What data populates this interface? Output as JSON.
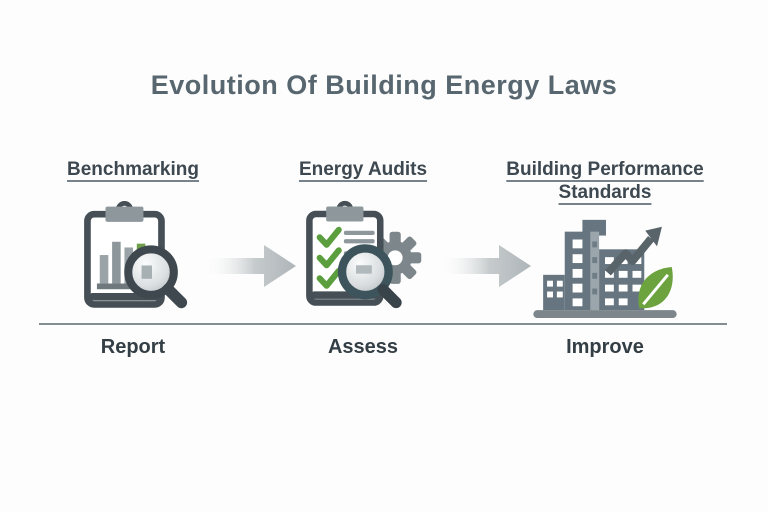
{
  "title": "Evolution Of Building Energy Laws",
  "stages": [
    {
      "header": "Benchmarking",
      "icon": "clipboard-bar-chart-magnifier-icon",
      "action": "Report"
    },
    {
      "header": "Energy Audits",
      "icon": "clipboard-checklist-gear-magnifier-icon",
      "action": "Assess"
    },
    {
      "header": "Building Performance Standards",
      "icon": "buildings-growth-arrow-leaf-icon",
      "action": "Improve"
    }
  ],
  "connectors": [
    "right-gradient-arrow",
    "right-gradient-arrow"
  ],
  "colors": {
    "background": "#fdfdfd",
    "title_text": "#57666f",
    "header_text": "#3d4850",
    "action_text": "#333e45",
    "clipboard_outline": "#454f55",
    "clip_grey": "#8d979c",
    "bar_grey": "#9aa4a8",
    "check_green": "#5b9e3d",
    "leaf_green": "#6ca33f",
    "chart_arrow_green": "#6f9f49",
    "building_blue_grey": "#66757f",
    "building_light_facet": "#9aa5ac",
    "gear_grey": "#7d878b",
    "magnifier_ring": "#3e484e",
    "magnifier_ring_teal": "#3d545c",
    "flow_arrow_grey": "#b2b8bb",
    "divider_line": "#858e93"
  }
}
